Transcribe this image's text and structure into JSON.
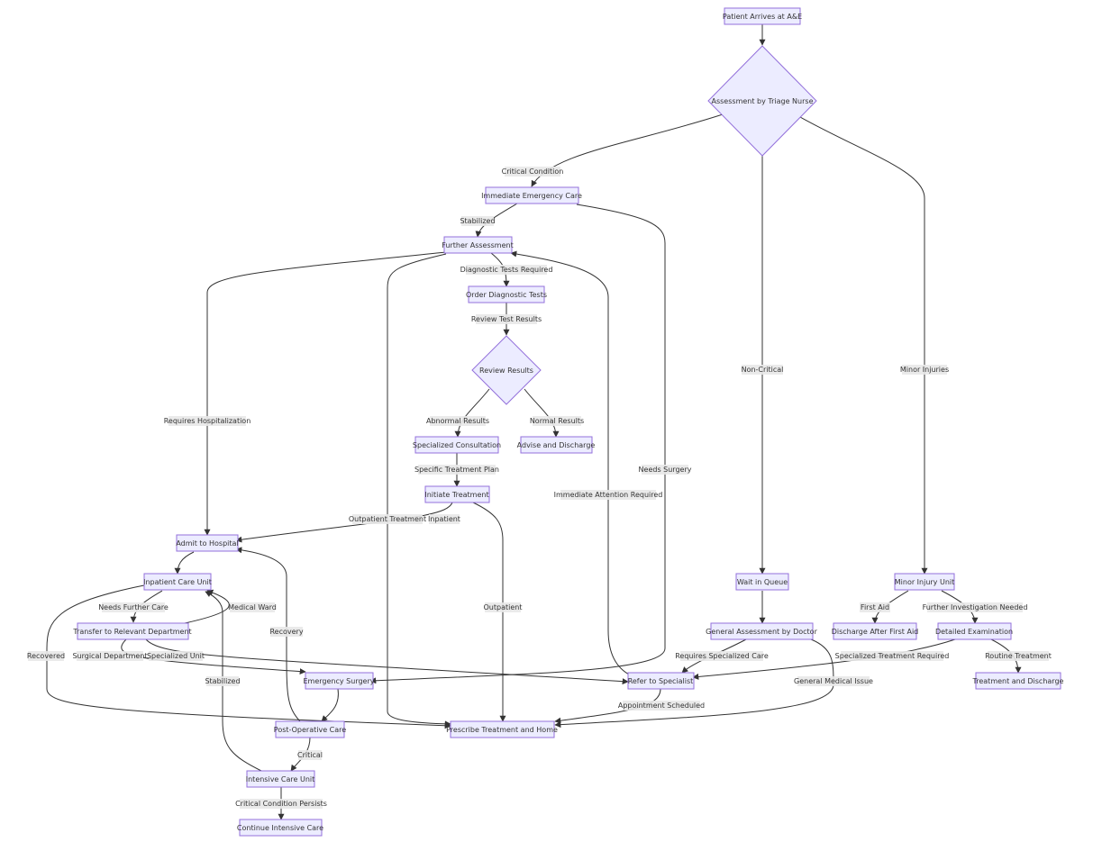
{
  "nodes": {
    "arrive": "Patient Arrives at A&E",
    "triage": "Assessment by Triage Nurse",
    "emergency": "Immediate Emergency Care",
    "further": "Further Assessment",
    "order": "Order Diagnostic Tests",
    "review": "Review Results",
    "consult": "Specialized Consultation",
    "advise": "Advise and Discharge",
    "initiate": "Initiate Treatment",
    "admit": "Admit to Hospital",
    "inpatient": "Inpatient Care Unit",
    "transfer": "Transfer to Relevant Department",
    "surgery": "Emergency Surgery",
    "postop": "Post-Operative Care",
    "icu": "Intensive Care Unit",
    "continue": "Continue Intensive Care",
    "prescribe": "Prescribe Treatment and Home",
    "specialist": "Refer to Specialist",
    "queue": "Wait in Queue",
    "general": "General Assessment by Doctor",
    "minor": "Minor Injury Unit",
    "firstaid": "Discharge After First Aid",
    "detailed": "Detailed Examination",
    "discharge": "Treatment and Discharge"
  },
  "edges": {
    "critical_condition": "Critical Condition",
    "stabilized": "Stabilized",
    "diagnostic_tests_required": "Diagnostic Tests Required",
    "review_test_results": "Review Test Results",
    "abnormal_results": "Abnormal Results",
    "normal_results": "Normal Results",
    "specific_treatment_plan": "Specific Treatment Plan",
    "requires_hospitalization": "Requires Hospitalization",
    "needs_surgery": "Needs Surgery",
    "immediate_attention_required": "Immediate Attention Required",
    "outpatient_treatment": "Outpatient Treatment",
    "inpatient": "Inpatient",
    "outpatient": "Outpatient",
    "non_critical": "Non-Critical",
    "minor_injuries": "Minor Injuries",
    "needs_further_care": "Needs Further Care",
    "medical_ward": "Medical Ward",
    "recovered": "Recovered",
    "recovery": "Recovery",
    "surgical_department": "Surgical Department",
    "specialized_unit": "Specialized Unit",
    "stabilized_icu": "Stabilized",
    "critical": "Critical",
    "critical_condition_persists": "Critical Condition Persists",
    "requires_specialized_care": "Requires Specialized Care",
    "general_medical_issue": "General Medical Issue",
    "appointment_scheduled": "Appointment Scheduled",
    "first_aid": "First Aid",
    "further_investigation_needed": "Further Investigation Needed",
    "specialized_treatment_required": "Specialized Treatment Required",
    "routine_treatment": "Routine Treatment"
  },
  "colors": {
    "node_fill": "#ECECFF",
    "node_stroke": "#9370DB",
    "edge": "#333333",
    "label_bg": "#e8e8e8"
  }
}
